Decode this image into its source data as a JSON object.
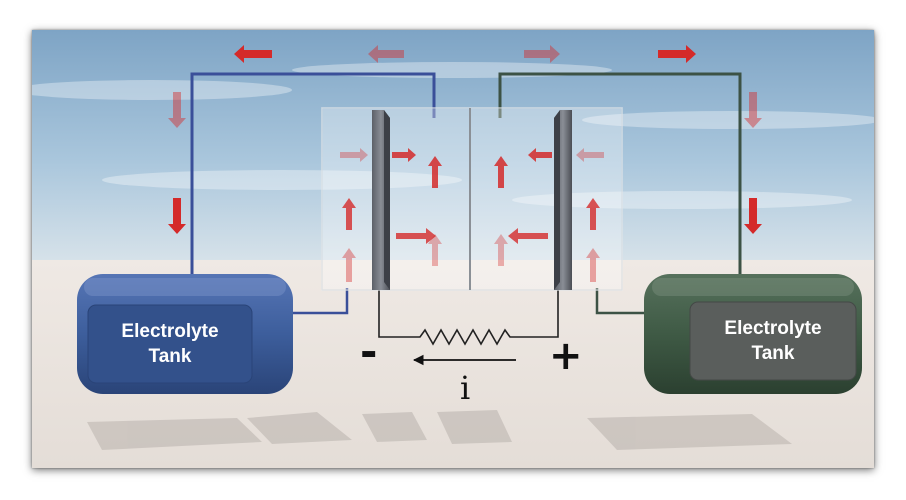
{
  "diagram": {
    "left_tank": {
      "label_line1": "Electrolyte",
      "label_line2": "Tank",
      "color": "#3d5e9c"
    },
    "right_tank": {
      "label_line1": "Electrolyte",
      "label_line2": "Tank",
      "color": "#3f5a45"
    },
    "terminal_negative": "-",
    "terminal_positive": "+",
    "current_symbol": "i",
    "colors": {
      "arrow": "#d42a2a",
      "left_pipe": "#3a4f99",
      "right_pipe": "#3c5245",
      "sky": "#8fb3cf",
      "floor": "#ebe5e0"
    }
  }
}
